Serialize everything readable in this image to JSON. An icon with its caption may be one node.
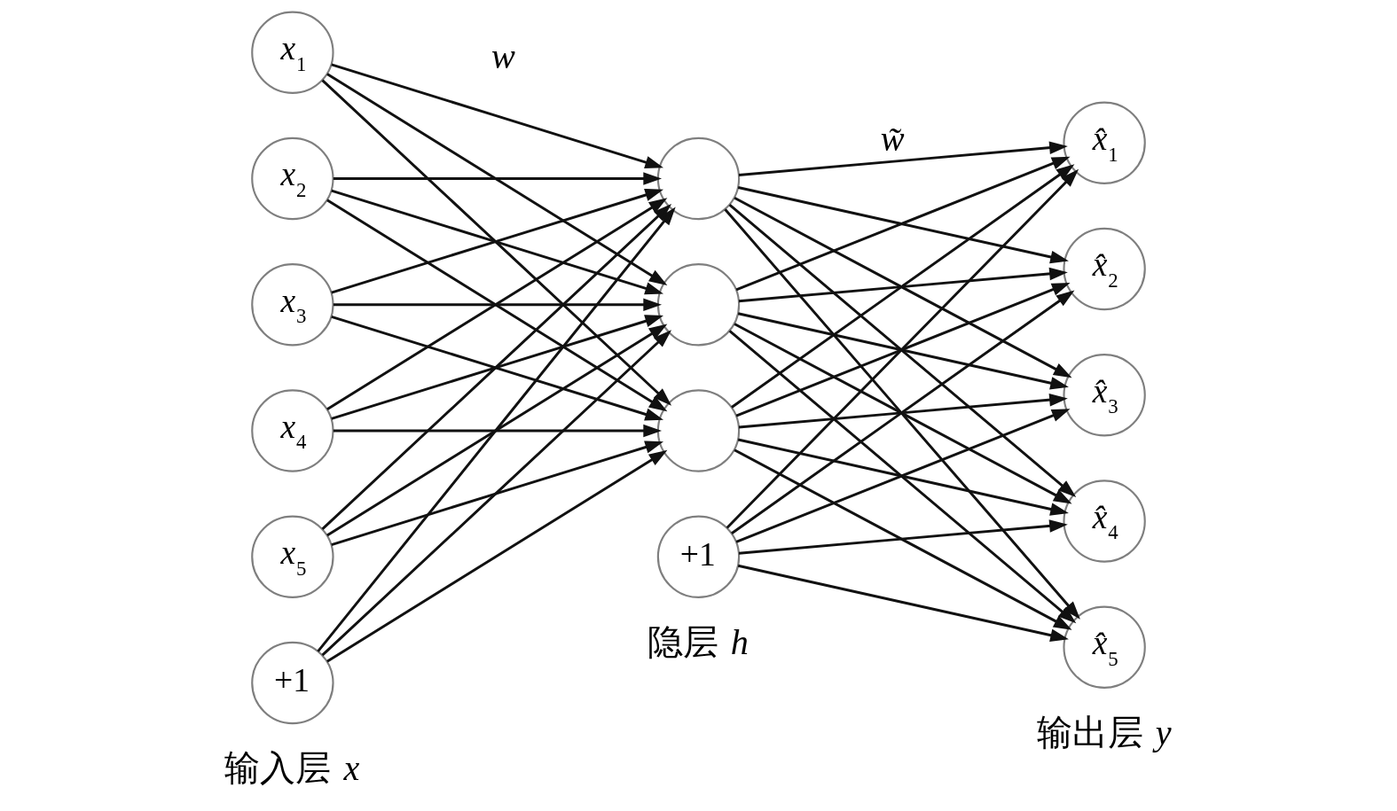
{
  "diagram": {
    "nodes": [
      {
        "text": [
          "*x*$_{1}$"
        ]
      },
      {
        "text": [
          "*x*$_{2}$"
        ]
      },
      {
        "text": [
          "*x*$_{3}$"
        ]
      },
      {
        "text": [
          "*x*$_{4}$"
        ]
      },
      {
        "text": [
          "*x*$_{5}$"
        ]
      },
      {
        "text": [
          "+1"
        ]
      },
      {
        "text": [],
        "shape": "circle"
      },
      {
        "text": [],
        "shape": "circle"
      },
      {
        "text": [],
        "shape": "circle"
      },
      {
        "text": [
          "+1"
        ]
      },
      {
        "text": [
          "*x̂*$_{1}$"
        ]
      },
      {
        "text": [
          "*x̂*$_{2}$"
        ]
      },
      {
        "text": [
          "*x̂*$_{3}$"
        ]
      },
      {
        "text": [
          "*x̂*$_{4}$"
        ]
      },
      {
        "text": [
          "*x̂*$_{5}$"
        ]
      }
    ],
    "edges": [
      {
        "from": 0,
        "to": 6,
        "arrow": "to"
      },
      {
        "from": 0,
        "to": 7,
        "arrow": "to"
      },
      {
        "from": 0,
        "to": 8,
        "arrow": "to"
      },
      {
        "from": 1,
        "to": 6,
        "arrow": "to"
      },
      {
        "from": 1,
        "to": 7,
        "arrow": "to"
      },
      {
        "from": 1,
        "to": 8,
        "arrow": "to"
      },
      {
        "from": 2,
        "to": 6,
        "arrow": "to"
      },
      {
        "from": 2,
        "to": 7,
        "arrow": "to"
      },
      {
        "from": 2,
        "to": 8,
        "arrow": "to"
      },
      {
        "from": 3,
        "to": 6,
        "arrow": "to"
      },
      {
        "from": 3,
        "to": 7,
        "arrow": "to"
      },
      {
        "from": 3,
        "to": 8,
        "arrow": "to"
      },
      {
        "from": 4,
        "to": 6,
        "arrow": "to"
      },
      {
        "from": 4,
        "to": 7,
        "arrow": "to"
      },
      {
        "from": 4,
        "to": 8,
        "arrow": "to"
      },
      {
        "from": 5,
        "to": 6,
        "arrow": "to"
      },
      {
        "from": 5,
        "to": 7,
        "arrow": "to"
      },
      {
        "from": 5,
        "to": 8,
        "arrow": "to"
      },
      {
        "from": 6,
        "to": 10,
        "arrow": "to"
      },
      {
        "from": 6,
        "to": 11,
        "arrow": "to"
      },
      {
        "from": 6,
        "to": 12,
        "arrow": "to"
      },
      {
        "from": 6,
        "to": 13,
        "arrow": "to"
      },
      {
        "from": 6,
        "to": 14,
        "arrow": "to"
      },
      {
        "from": 7,
        "to": 10,
        "arrow": "to"
      },
      {
        "from": 7,
        "to": 11,
        "arrow": "to"
      },
      {
        "from": 7,
        "to": 12,
        "arrow": "to"
      },
      {
        "from": 7,
        "to": 13,
        "arrow": "to"
      },
      {
        "from": 7,
        "to": 14,
        "arrow": "to"
      },
      {
        "from": 8,
        "to": 10,
        "arrow": "to"
      },
      {
        "from": 8,
        "to": 11,
        "arrow": "to"
      },
      {
        "from": 8,
        "to": 12,
        "arrow": "to"
      },
      {
        "from": 8,
        "to": 13,
        "arrow": "to"
      },
      {
        "from": 8,
        "to": 14,
        "arrow": "to"
      },
      {
        "from": 9,
        "to": 10,
        "arrow": "to"
      },
      {
        "from": 9,
        "to": 11,
        "arrow": "to"
      },
      {
        "from": 9,
        "to": 12,
        "arrow": "to"
      },
      {
        "from": 9,
        "to": 13,
        "arrow": "to"
      },
      {
        "from": 9,
        "to": 14,
        "arrow": "to"
      }
    ],
    "labels": [
      "w",
      "w̃",
      "输入层 *x*",
      "隐层 *h*",
      "输出层 *y*"
    ]
  }
}
